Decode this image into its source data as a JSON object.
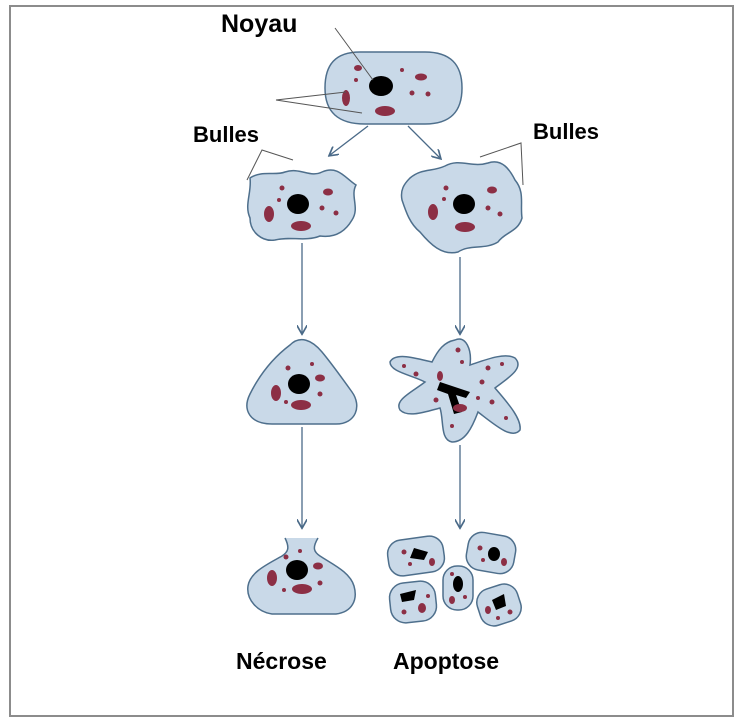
{
  "labels": {
    "nucleus": "Noyau",
    "blebs_left": "Bulles",
    "blebs_right": "Bulles",
    "necrosis": "Nécrose",
    "apoptosis": "Apoptose"
  },
  "colors": {
    "cell_fill": "#c9d9e8",
    "cell_stroke": "#4e6f8c",
    "organelle": "#8c2f45",
    "nucleus": "#000000",
    "arrow": "#4a6a88",
    "frame": "#8c8c8c"
  }
}
